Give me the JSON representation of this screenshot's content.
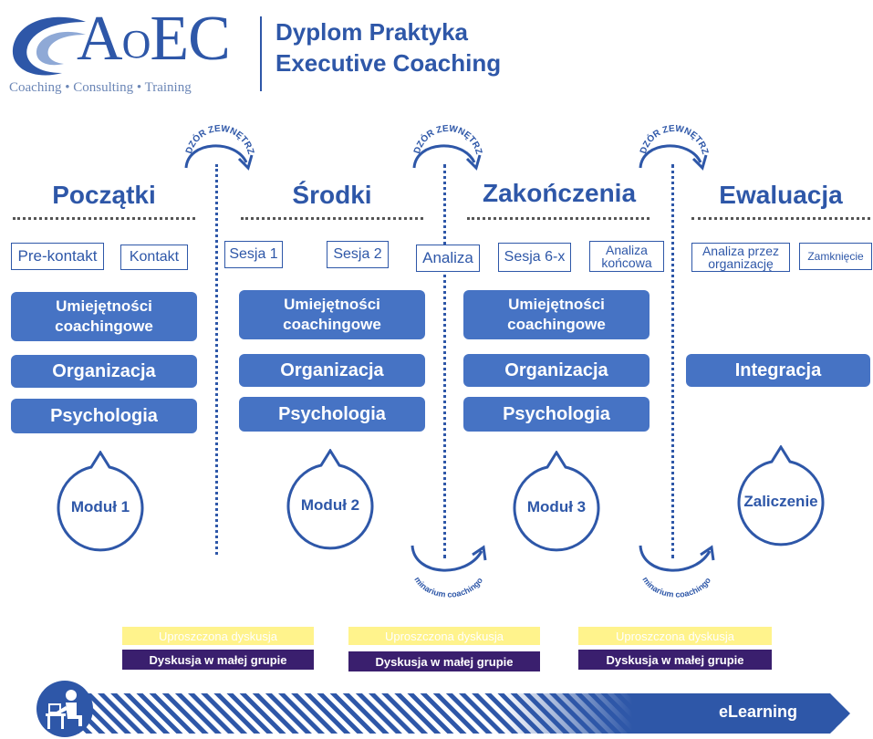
{
  "logo": {
    "brand_a": "A",
    "brand_o": "O",
    "brand_ec": "EC",
    "tagline": "Coaching • Consulting • Training"
  },
  "title": {
    "line1": "Dyplom Praktyka",
    "line2": "Executive Coaching"
  },
  "supervision_label": "NADZÓR ZEWNĘTRZNY",
  "seminar_label": "Seminarium coachingowe",
  "phases": [
    "Początki",
    "Środki",
    "Zakończenia",
    "Ewaluacja"
  ],
  "sessions": [
    "Pre-kontakt",
    "Kontakt",
    "Sesja 1",
    "Sesja 2",
    "Analiza",
    "Sesja 6-x",
    "Analiza końcowa",
    "Analiza przez organizację",
    "Zamknięcie"
  ],
  "topics": {
    "coaching_skills": "Umiejętności coachingowe",
    "organization": "Organizacja",
    "psychology": "Psychologia",
    "integration": "Integracja"
  },
  "modules": [
    "Moduł 1",
    "Moduł 2",
    "Moduł 3",
    "Zaliczenie"
  ],
  "discussion": {
    "simplified": "Uproszczona dyskusja",
    "small_group": "Dyskusja w małej grupie"
  },
  "elearning": "eLearning",
  "colors": {
    "brand_blue": "#2e57a8",
    "box_blue": "#4673c4",
    "yellow": "#fff38c",
    "purple": "#3a1f6e"
  }
}
